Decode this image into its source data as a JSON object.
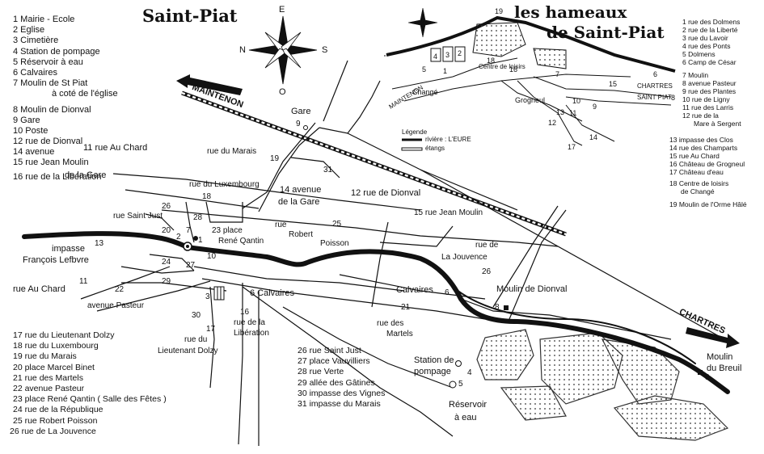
{
  "titles": {
    "main": "Saint-Piat",
    "hamlets_line1": "les hameaux",
    "hamlets_line2": "de Saint-Piat"
  },
  "compass": {
    "n": "N",
    "s": "S",
    "e": "E",
    "o": "O"
  },
  "directions": {
    "maintenon": "MAINTENON",
    "chartres": "CHARTRES"
  },
  "legend_top_left": [
    "1 Mairie - Ecole",
    "2 Eglise",
    "3 Cimetière",
    "4 Station de pompage",
    "5 Réservoir à eau",
    "6 Calvaires",
    "7 Moulin de St Piat",
    "à coté de l'église",
    "8 Moulin de Dionval",
    "9 Gare",
    "10 Poste",
    "12 rue de Dionval",
    "14 avenue",
    "15 rue Jean Moulin",
    "16 rue de la Libération"
  ],
  "legend_extra": {
    "chard": "11 rue Au Chard",
    "gare": "de la Gare"
  },
  "legend_bottom_left": [
    "17 rue du Lieutenant Dolzy",
    "18 rue du Luxembourg",
    "19 rue du Marais",
    "20 place Marcel Binet",
    "21 rue des Martels",
    "22 avenue Pasteur",
    "23 place René Qantin ( Salle des Fêtes )",
    "24 rue de la République",
    "25 rue Robert Poisson",
    "26 rue de La Jouvence"
  ],
  "legend_bottom_mid": [
    "26 rue Saint Just",
    "27 place Vauvilliers",
    "28 rue Verte",
    "29 allée des Gâtines",
    "30 impasse des Vignes",
    "31 impasse du Marais"
  ],
  "legend_right": [
    "1 rue des Dolmens",
    "2 rue de la Liberté",
    "3 rue du Lavoir",
    "4 rue des Ponts",
    "5 Dolmens",
    "6 Camp de César",
    "7 Moulin",
    "8 avenue Pasteur",
    "9 rue des Plantes",
    "10 rue de Ligny",
    "11 rue des Larris",
    "12 rue de la",
    "Mare à Sergent"
  ],
  "legend_right2": [
    "13 impasse des Clos",
    "14 rue des Champarts",
    "15 rue Au Chard",
    "16 Château de Grogneul",
    "17 Château d'eau",
    "18 Centre de loisirs",
    "de Changé",
    "19 Moulin de l'Orme Hâlé"
  ],
  "inset": {
    "legend_title": "Légende",
    "riviere": "rivière : L'EURE",
    "etangs": "étangs",
    "change": "Changé",
    "grogneul": "Grogneul",
    "centre": "Centre de loisirs",
    "maintenon": "MAINTENON",
    "chartres": "CHARTRES",
    "saint_piat": "SAINT PIAT",
    "numbers": [
      "19",
      "2",
      "3",
      "4",
      "5",
      "1",
      "18",
      "16",
      "10",
      "13",
      "11",
      "12",
      "17",
      "14",
      "15",
      "9",
      "8",
      "7",
      "6"
    ]
  },
  "map_labels": {
    "gare": "Gare",
    "rue_marais": "rue du Marais",
    "rue_luxembourg": "rue du Luxembourg",
    "av_gare1": "14 avenue",
    "av_gare2": "de la Gare",
    "dionval": "12 rue de Dionval",
    "saint_just": "rue Saint Just",
    "place1": "23 place",
    "place2": "René Qantin",
    "robert1": "rue",
    "robert2": "Robert",
    "robert3": "Poisson",
    "jean_moulin": "15 rue Jean Moulin",
    "jouvence1": "rue de",
    "jouvence2": "La Jouvence",
    "jouvence3": "26",
    "impasse1": "impasse",
    "impasse2": "François Lefbvre",
    "chard": "rue Au Chard",
    "pasteur": "avenue Pasteur",
    "calvaires6": "6 Calvaires",
    "calvaires": "Calvaires",
    "liberation1": "16",
    "liberation2": "rue de la",
    "liberation3": "Libération",
    "dolzy1": "rue du",
    "dolzy2": "Lieutenant Dolzy",
    "martels1": "rue des",
    "martels2": "Martels",
    "moulin_dionval": "Moulin de Dionval",
    "station1": "Station de",
    "station2": "pompage",
    "reservoir1": "Réservoir",
    "reservoir2": "à eau",
    "breuil1": "Moulin",
    "breuil2": "du Breuil"
  },
  "map_numbers": {
    "n9": "9",
    "n19": "19",
    "n31": "31",
    "n18": "18",
    "n26": "26",
    "n28": "28",
    "n20": "20",
    "n2": "2",
    "n1": "1",
    "n7": "7",
    "n13": "13",
    "n24": "24",
    "n27": "27",
    "n10": "10",
    "n11": "11",
    "n29": "29",
    "n22": "22",
    "n3": "3",
    "n30": "30",
    "n17": "17",
    "n25": "25",
    "n6": "6",
    "n21": "21",
    "n8": "8",
    "n4": "4",
    "n5": "5",
    "n8b": "8"
  }
}
